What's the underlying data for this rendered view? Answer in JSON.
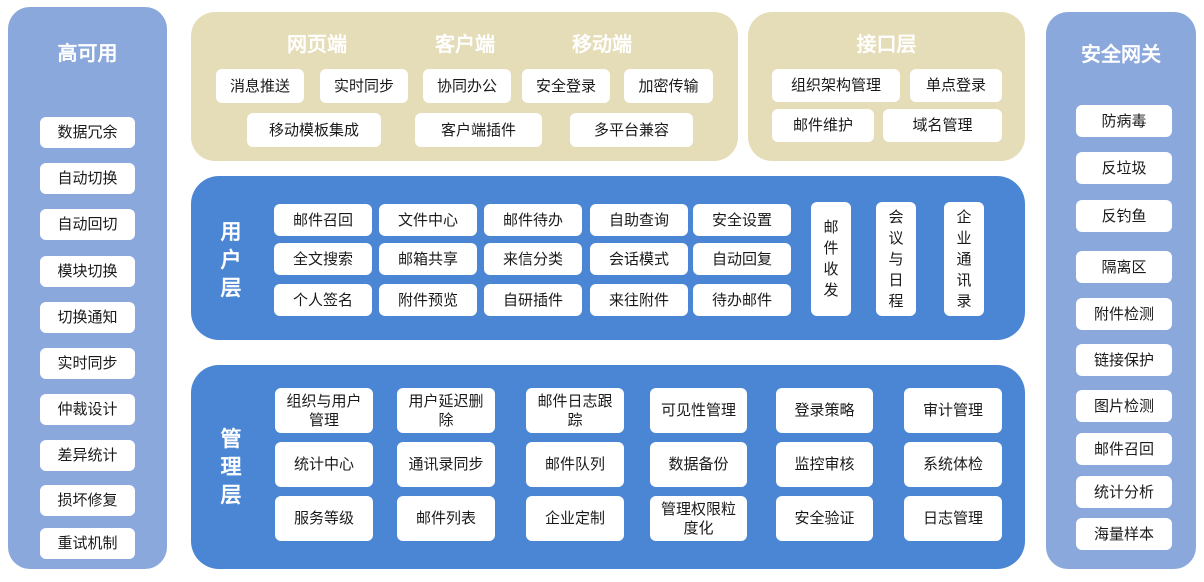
{
  "left": {
    "title": "高可用",
    "items": [
      "数据冗余",
      "自动切换",
      "自动回切",
      "模块切换",
      "切换通知",
      "实时同步",
      "仲裁设计",
      "差异统计",
      "损坏修复",
      "重试机制"
    ]
  },
  "right": {
    "title": "安全网关",
    "items": [
      "防病毒",
      "反垃圾",
      "反钓鱼",
      "隔离区",
      "附件检测",
      "链接保护",
      "图片检测",
      "邮件召回",
      "统计分析",
      "海量样本"
    ]
  },
  "client": {
    "headers": [
      "网页端",
      "客户端",
      "移动端"
    ],
    "row1": [
      "消息推送",
      "实时同步",
      "协同办公",
      "安全登录",
      "加密传输"
    ],
    "row2": [
      "移动模板集成",
      "客户端插件",
      "多平台兼容"
    ]
  },
  "interface": {
    "title": "接口层",
    "items": [
      "组织架构管理",
      "单点登录",
      "邮件维护",
      "域名管理"
    ]
  },
  "user": {
    "title": "用户层",
    "grid": [
      [
        "邮件召回",
        "文件中心",
        "邮件待办",
        "自助查询",
        "安全设置"
      ],
      [
        "全文搜索",
        "邮箱共享",
        "来信分类",
        "会话模式",
        "自动回复"
      ],
      [
        "个人签名",
        "附件预览",
        "自研插件",
        "来往附件",
        "待办邮件"
      ]
    ],
    "vertical": [
      "邮件收发",
      "会议与日程",
      "企业通讯录"
    ]
  },
  "admin": {
    "title": "管理层",
    "grid": [
      [
        "组织与用户管理",
        "用户延迟删除",
        "邮件日志跟踪",
        "可见性管理",
        "登录策略",
        "审计管理"
      ],
      [
        "统计中心",
        "通讯录同步",
        "邮件队列",
        "数据备份",
        "监控审核",
        "系统体检"
      ],
      [
        "服务等级",
        "邮件列表",
        "企业定制",
        "管理权限粒度化",
        "安全验证",
        "日志管理"
      ]
    ]
  }
}
